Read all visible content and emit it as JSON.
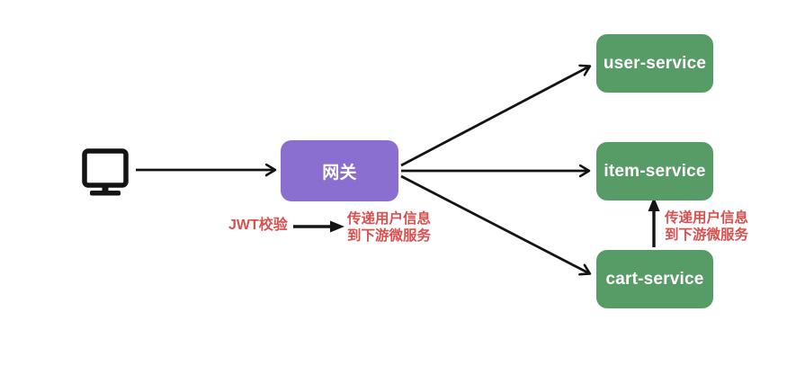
{
  "diagram": {
    "client": {
      "icon": "monitor-icon"
    },
    "gateway": {
      "label": "网关",
      "bg": "#8a6fd1",
      "text_color": "#ffffff"
    },
    "services": [
      {
        "label": "user-service"
      },
      {
        "label": "item-service"
      },
      {
        "label": "cart-service"
      }
    ],
    "service_style": {
      "bg": "#579b67",
      "text_color": "#ffffff"
    },
    "annotations": {
      "jwt": {
        "text": "JWT校验"
      },
      "gateway_note": {
        "line1": "传递用户信息",
        "line2": "到下游微服务"
      },
      "item_note": {
        "line1": "传递用户信息",
        "line2": "到下游微服务"
      },
      "note_color": "#d9504f",
      "arrow_color": "#141414"
    }
  }
}
